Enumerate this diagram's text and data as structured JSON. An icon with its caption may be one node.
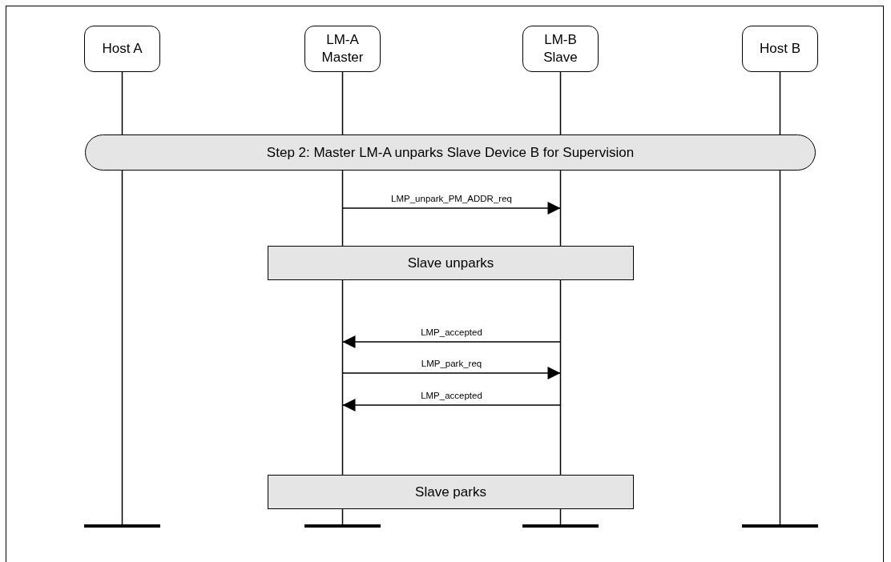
{
  "diagram": {
    "nodes": [
      {
        "text": [
          "Host A"
        ]
      },
      {
        "text": [
          "LM-A Master"
        ]
      },
      {
        "text": [
          "LM-B Slave"
        ]
      },
      {
        "text": [
          "Host B"
        ]
      },
      {
        "text": [
          "Step 2: Master LM-A unparks Slave Device B for Supervision"
        ]
      },
      {
        "text": [
          "Slave unparks"
        ]
      },
      {
        "text": [
          "Slave parks"
        ]
      }
    ],
    "edges": [
      {
        "from": 1,
        "to": 2,
        "arrow": "to",
        "label": "LMP_unpark_PM_ADDR_req"
      },
      {
        "from": 2,
        "to": 1,
        "arrow": "to",
        "label": "LMP_accepted"
      },
      {
        "from": 1,
        "to": 2,
        "arrow": "to",
        "label": "LMP_park_req"
      },
      {
        "from": 2,
        "to": 1,
        "arrow": "to",
        "label": "LMP_accepted"
      }
    ]
  }
}
